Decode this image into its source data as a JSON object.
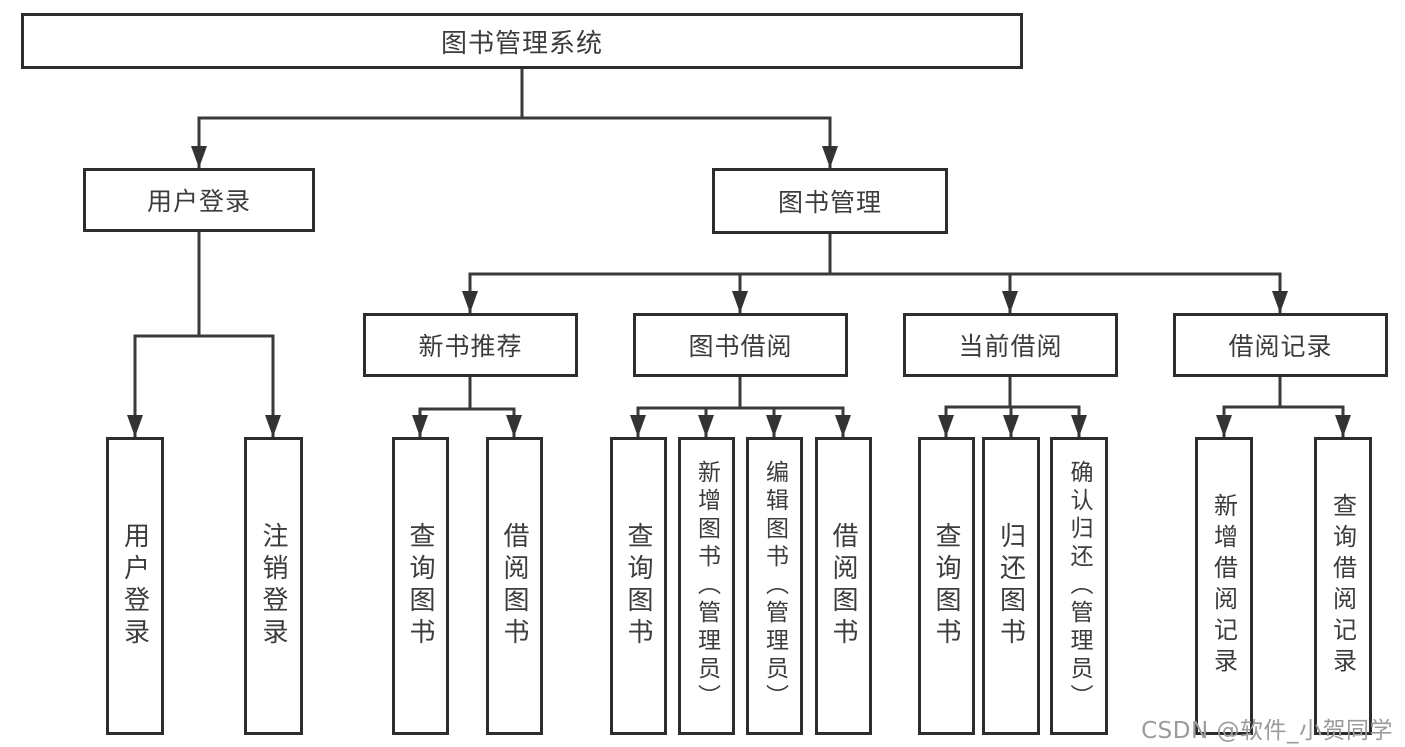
{
  "diagram": {
    "root_label": "图书管理系统",
    "level2": [
      {
        "label": "用户登录"
      },
      {
        "label": "图书管理"
      }
    ],
    "level3": [
      {
        "label": "新书推荐"
      },
      {
        "label": "图书借阅"
      },
      {
        "label": "当前借阅"
      },
      {
        "label": "借阅记录"
      }
    ],
    "leaves": [
      {
        "label": "用户登录"
      },
      {
        "label": "注销登录"
      },
      {
        "label": "查询图书"
      },
      {
        "label": "借阅图书"
      },
      {
        "label": "查询图书"
      },
      {
        "label": "新增图书（管理员）"
      },
      {
        "label": "编辑图书（管理员）"
      },
      {
        "label": "借阅图书"
      },
      {
        "label": "查询图书"
      },
      {
        "label": "归还图书"
      },
      {
        "label": "确认归还（管理员）"
      },
      {
        "label": "新增借阅记录"
      },
      {
        "label": "查询借阅记录"
      }
    ]
  },
  "watermark": {
    "text": "CSDN @软件_小贺同学"
  },
  "colors": {
    "line": "#3a3a3a",
    "border": "#2d2d2d",
    "text": "#3c3c3c",
    "watermark": "#9b9b9b",
    "background": "#ffffff"
  }
}
